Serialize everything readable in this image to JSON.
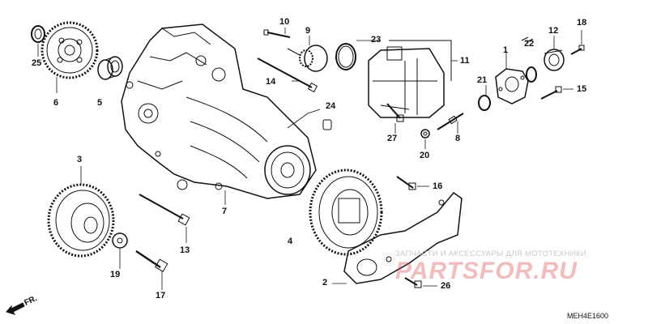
{
  "diagram": {
    "parts": [
      {
        "id": "p25",
        "label": "25"
      },
      {
        "id": "p6",
        "label": "6"
      },
      {
        "id": "p5",
        "label": "5"
      },
      {
        "id": "p10",
        "label": "10"
      },
      {
        "id": "p9",
        "label": "9"
      },
      {
        "id": "p23",
        "label": "23"
      },
      {
        "id": "p11",
        "label": "11"
      },
      {
        "id": "p22",
        "label": "22"
      },
      {
        "id": "p12",
        "label": "12"
      },
      {
        "id": "p18",
        "label": "18"
      },
      {
        "id": "p1",
        "label": "1"
      },
      {
        "id": "p21",
        "label": "21"
      },
      {
        "id": "p15",
        "label": "15"
      },
      {
        "id": "p14",
        "label": "14"
      },
      {
        "id": "p24",
        "label": "24"
      },
      {
        "id": "p27",
        "label": "27"
      },
      {
        "id": "p20",
        "label": "20"
      },
      {
        "id": "p8",
        "label": "8"
      },
      {
        "id": "p3",
        "label": "3"
      },
      {
        "id": "p7",
        "label": "7"
      },
      {
        "id": "p16",
        "label": "16"
      },
      {
        "id": "p13",
        "label": "13"
      },
      {
        "id": "p4",
        "label": "4"
      },
      {
        "id": "p19",
        "label": "19"
      },
      {
        "id": "p17",
        "label": "17"
      },
      {
        "id": "p2",
        "label": "2"
      },
      {
        "id": "p26",
        "label": "26"
      }
    ],
    "direction_label": "FR.",
    "drawing_code": "MEH4E1600",
    "watermark_text": "ЗАПЧАСТИ И АКСЕССУАРЫ ДЛЯ МОТОТЕХНИКИ",
    "brand_text": "PARTSFOR.RU"
  }
}
